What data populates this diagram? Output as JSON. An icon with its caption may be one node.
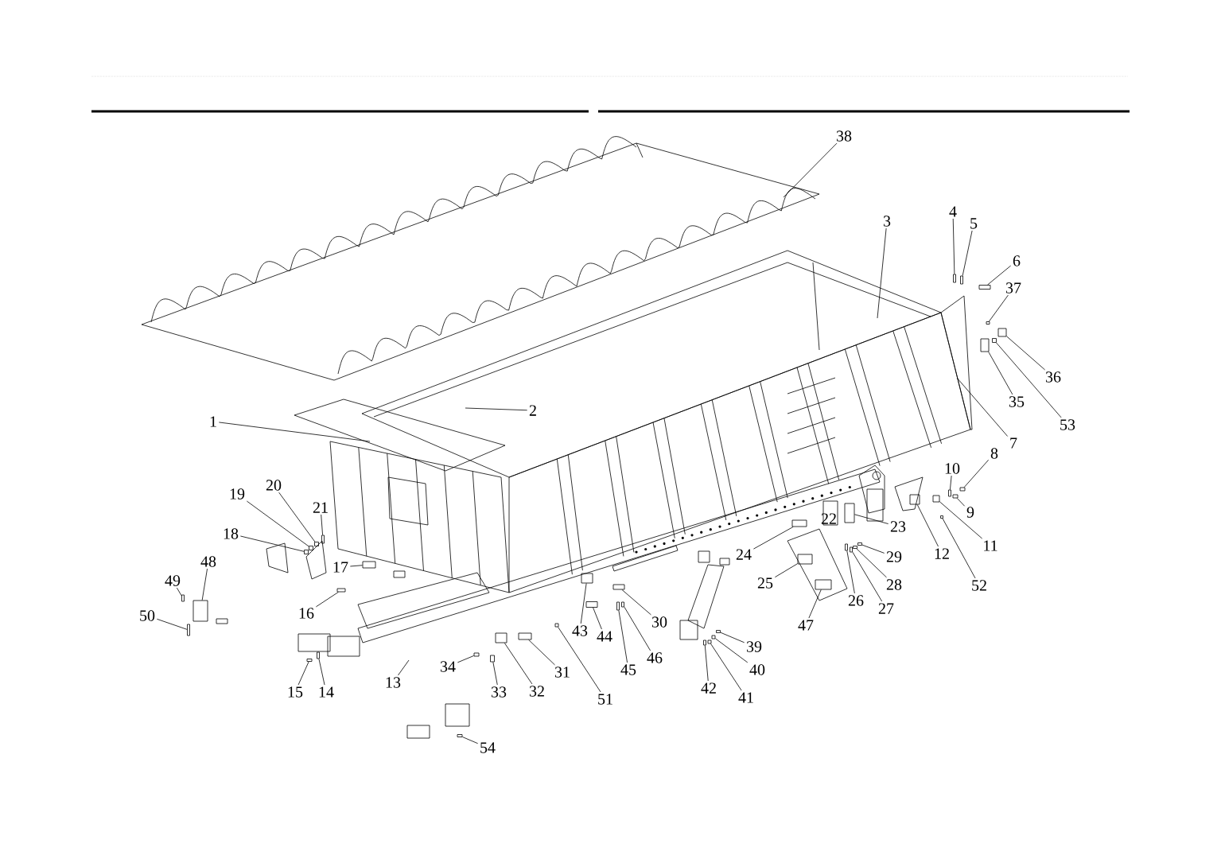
{
  "diagram": {
    "nodes": [
      {
        "text": [
          "1"
        ]
      },
      {
        "text": [
          "2"
        ]
      },
      {
        "text": [
          "3"
        ]
      },
      {
        "text": [
          "4"
        ]
      },
      {
        "text": [
          "5"
        ]
      },
      {
        "text": [
          "6"
        ]
      },
      {
        "text": [
          "7"
        ]
      },
      {
        "text": [
          "8"
        ]
      },
      {
        "text": [
          "9"
        ]
      },
      {
        "text": [
          "10"
        ]
      },
      {
        "text": [
          "11"
        ]
      },
      {
        "text": [
          "12"
        ]
      },
      {
        "text": [
          "13"
        ]
      },
      {
        "text": [
          "14"
        ]
      },
      {
        "text": [
          "15"
        ]
      },
      {
        "text": [
          "16"
        ]
      },
      {
        "text": [
          "17"
        ]
      },
      {
        "text": [
          "18"
        ]
      },
      {
        "text": [
          "19"
        ]
      },
      {
        "text": [
          "20"
        ]
      },
      {
        "text": [
          "21"
        ]
      },
      {
        "text": [
          "22"
        ]
      },
      {
        "text": [
          "23"
        ]
      },
      {
        "text": [
          "24"
        ]
      },
      {
        "text": [
          "25"
        ]
      },
      {
        "text": [
          "26"
        ]
      },
      {
        "text": [
          "27"
        ]
      },
      {
        "text": [
          "28"
        ]
      },
      {
        "text": [
          "29"
        ]
      },
      {
        "text": [
          "30"
        ]
      },
      {
        "text": [
          "31"
        ]
      },
      {
        "text": [
          "32"
        ]
      },
      {
        "text": [
          "33"
        ]
      },
      {
        "text": [
          "34"
        ]
      },
      {
        "text": [
          "35"
        ]
      },
      {
        "text": [
          "36"
        ]
      },
      {
        "text": [
          "37"
        ]
      },
      {
        "text": [
          "38"
        ]
      },
      {
        "text": [
          "39"
        ]
      },
      {
        "text": [
          "40"
        ]
      },
      {
        "text": [
          "41"
        ]
      },
      {
        "text": [
          "42"
        ]
      },
      {
        "text": [
          "43"
        ]
      },
      {
        "text": [
          "44"
        ]
      },
      {
        "text": [
          "45"
        ]
      },
      {
        "text": [
          "46"
        ]
      },
      {
        "text": [
          "47"
        ]
      },
      {
        "text": [
          "48"
        ]
      },
      {
        "text": [
          "49"
        ]
      },
      {
        "text": [
          "50"
        ]
      },
      {
        "text": [
          "51"
        ]
      },
      {
        "text": [
          "52"
        ]
      },
      {
        "text": [
          "53"
        ]
      },
      {
        "text": [
          "54"
        ]
      },
      {
        "text": [],
        "shape": "box"
      },
      {
        "text": [],
        "shape": "box"
      },
      {
        "text": [],
        "shape": "box"
      },
      {
        "text": [],
        "shape": "box"
      },
      {
        "text": [],
        "shape": "box"
      },
      {
        "text": [],
        "shape": "box"
      },
      {
        "text": [],
        "shape": "box"
      },
      {
        "text": [],
        "shape": "box"
      },
      {
        "text": [],
        "shape": "box"
      },
      {
        "text": [],
        "shape": "box"
      },
      {
        "text": [],
        "shape": "box"
      },
      {
        "text": [],
        "shape": "box"
      },
      {
        "text": [],
        "shape": "box"
      },
      {
        "text": [],
        "shape": "box"
      },
      {
        "text": [],
        "shape": "box"
      },
      {
        "text": [],
        "shape": "box"
      },
      {
        "text": [],
        "shape": "box"
      },
      {
        "text": [],
        "shape": "box"
      },
      {
        "text": [],
        "shape": "box"
      },
      {
        "text": [],
        "shape": "box"
      },
      {
        "text": [],
        "shape": "box"
      },
      {
        "text": [],
        "shape": "box"
      },
      {
        "text": [],
        "shape": "box"
      },
      {
        "text": [],
        "shape": "box"
      },
      {
        "text": [],
        "shape": "box"
      },
      {
        "text": [],
        "shape": "box"
      },
      {
        "text": [],
        "shape": "box"
      },
      {
        "text": [],
        "shape": "box"
      },
      {
        "text": [],
        "shape": "box"
      },
      {
        "text": [],
        "shape": "box"
      },
      {
        "text": [],
        "shape": "box"
      },
      {
        "text": [],
        "shape": "box"
      },
      {
        "text": [],
        "shape": "box"
      },
      {
        "text": [],
        "shape": "box"
      },
      {
        "text": [],
        "shape": "box"
      },
      {
        "text": [],
        "shape": "box"
      },
      {
        "text": [],
        "shape": "box"
      },
      {
        "text": [],
        "shape": "box"
      },
      {
        "text": [],
        "shape": "box"
      },
      {
        "text": [],
        "shape": "box"
      },
      {
        "text": [],
        "shape": "box"
      },
      {
        "text": [],
        "shape": "box"
      },
      {
        "text": [],
        "shape": "box"
      },
      {
        "text": [],
        "shape": "box"
      },
      {
        "text": [],
        "shape": "box"
      },
      {
        "text": [],
        "shape": "box"
      },
      {
        "text": [],
        "shape": "box"
      }
    ],
    "edges": [
      {
        "from": 0,
        "to": null,
        "arrow": "none"
      },
      {
        "from": 1,
        "to": null,
        "arrow": "none"
      },
      {
        "from": 2,
        "to": null,
        "arrow": "none"
      },
      {
        "from": 3,
        "to": 54,
        "arrow": "none"
      },
      {
        "from": 4,
        "to": 55,
        "arrow": "none"
      },
      {
        "from": 5,
        "to": 56,
        "arrow": "none"
      },
      {
        "from": 6,
        "to": null,
        "arrow": "none"
      },
      {
        "from": 7,
        "to": 57,
        "arrow": "none"
      },
      {
        "from": 8,
        "to": 58,
        "arrow": "none"
      },
      {
        "from": 9,
        "to": 59,
        "arrow": "none"
      },
      {
        "from": 10,
        "to": 60,
        "arrow": "none"
      },
      {
        "from": 11,
        "to": 61,
        "arrow": "none"
      },
      {
        "from": 12,
        "to": null,
        "arrow": "none"
      },
      {
        "from": 13,
        "to": 62,
        "arrow": "none"
      },
      {
        "from": 14,
        "to": 63,
        "arrow": "none"
      },
      {
        "from": 15,
        "to": 64,
        "arrow": "none"
      },
      {
        "from": 16,
        "to": 65,
        "arrow": "none"
      },
      {
        "from": 17,
        "to": 66,
        "arrow": "none"
      },
      {
        "from": 18,
        "to": 67,
        "arrow": "none"
      },
      {
        "from": 19,
        "to": 68,
        "arrow": "none"
      },
      {
        "from": 20,
        "to": 69,
        "arrow": "none"
      },
      {
        "from": 22,
        "to": 70,
        "arrow": "none"
      },
      {
        "from": 23,
        "to": 71,
        "arrow": "none"
      },
      {
        "from": 24,
        "to": 72,
        "arrow": "none"
      },
      {
        "from": 25,
        "to": 73,
        "arrow": "none"
      },
      {
        "from": 26,
        "to": 74,
        "arrow": "none"
      },
      {
        "from": 27,
        "to": 75,
        "arrow": "none"
      },
      {
        "from": 28,
        "to": 76,
        "arrow": "none"
      },
      {
        "from": 29,
        "to": 77,
        "arrow": "none"
      },
      {
        "from": 30,
        "to": 78,
        "arrow": "none"
      },
      {
        "from": 31,
        "to": 79,
        "arrow": "none"
      },
      {
        "from": 32,
        "to": 80,
        "arrow": "none"
      },
      {
        "from": 33,
        "to": 81,
        "arrow": "none"
      },
      {
        "from": 34,
        "to": 82,
        "arrow": "none"
      },
      {
        "from": 35,
        "to": 83,
        "arrow": "none"
      },
      {
        "from": 36,
        "to": 84,
        "arrow": "none"
      },
      {
        "from": 37,
        "to": null,
        "arrow": "none"
      },
      {
        "from": 38,
        "to": 85,
        "arrow": "none"
      },
      {
        "from": 39,
        "to": 86,
        "arrow": "none"
      },
      {
        "from": 40,
        "to": 87,
        "arrow": "none"
      },
      {
        "from": 41,
        "to": 88,
        "arrow": "none"
      },
      {
        "from": 42,
        "to": 89,
        "arrow": "none"
      },
      {
        "from": 43,
        "to": 90,
        "arrow": "none"
      },
      {
        "from": 44,
        "to": 91,
        "arrow": "none"
      },
      {
        "from": 45,
        "to": 92,
        "arrow": "none"
      },
      {
        "from": 46,
        "to": 93,
        "arrow": "none"
      },
      {
        "from": 47,
        "to": 94,
        "arrow": "none"
      },
      {
        "from": 48,
        "to": 95,
        "arrow": "none"
      },
      {
        "from": 49,
        "to": 96,
        "arrow": "none"
      },
      {
        "from": 50,
        "to": 97,
        "arrow": "none"
      },
      {
        "from": 51,
        "to": 98,
        "arrow": "none"
      },
      {
        "from": 52,
        "to": 99,
        "arrow": "none"
      },
      {
        "from": 53,
        "to": 100,
        "arrow": "none"
      }
    ]
  }
}
